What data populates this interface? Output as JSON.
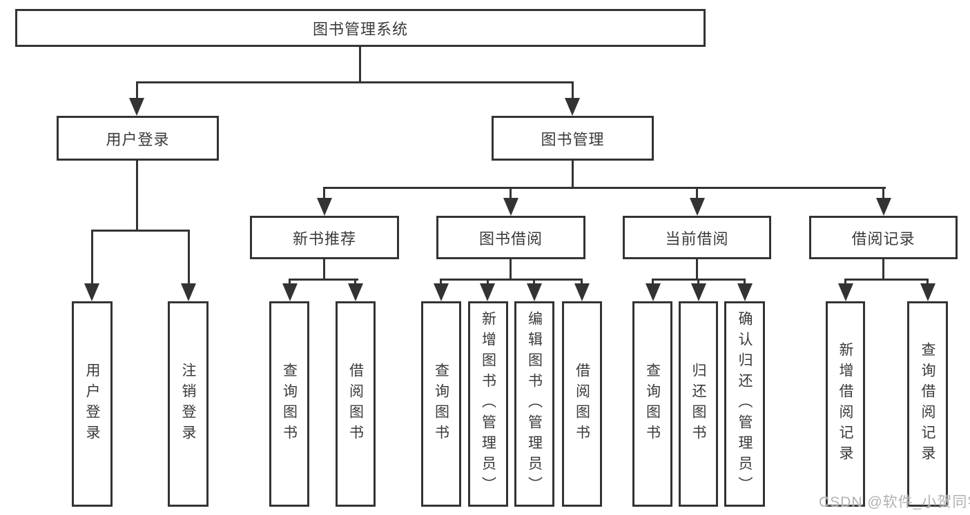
{
  "tree": {
    "root": "图书管理系统",
    "branches": [
      {
        "label": "用户登录",
        "leaves": [
          "用户登录",
          "注销登录"
        ]
      },
      {
        "label": "图书管理",
        "children": [
          {
            "label": "新书推荐",
            "leaves": [
              "查询图书",
              "借阅图书"
            ]
          },
          {
            "label": "图书借阅",
            "leaves": [
              "查询图书",
              "新增图书（管理员）",
              "编辑图书（管理员）",
              "借阅图书"
            ]
          },
          {
            "label": "当前借阅",
            "leaves": [
              "查询图书",
              "归还图书",
              "确认归还（管理员）"
            ]
          },
          {
            "label": "借阅记录",
            "leaves": [
              "新增借阅记录",
              "查询借阅记录"
            ]
          }
        ]
      }
    ]
  },
  "watermark": {
    "text": "CSDN @软件_小贺同学"
  },
  "colors": {
    "line": "#333333",
    "text": "#3a3a3a",
    "background": "#ffffff",
    "watermark": "#a8a8a8"
  }
}
